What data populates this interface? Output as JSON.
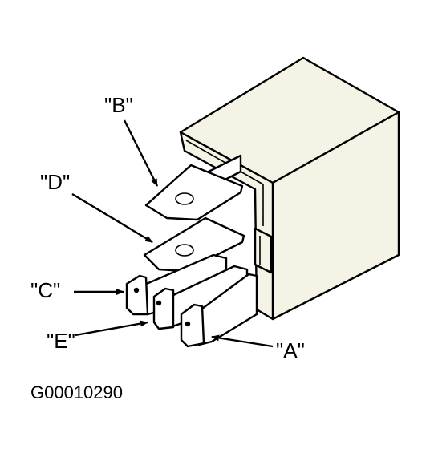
{
  "figure": {
    "code": "G00010290",
    "colors": {
      "ink": "#000000",
      "body_fill": "#f5f3e6",
      "paper": "#ffffff"
    },
    "callouts": [
      {
        "id": "A",
        "text": "\"A\""
      },
      {
        "id": "B",
        "text": "\"B\""
      },
      {
        "id": "C",
        "text": "\"C\""
      },
      {
        "id": "D",
        "text": "\"D\""
      },
      {
        "id": "E",
        "text": "\"E\""
      }
    ]
  }
}
